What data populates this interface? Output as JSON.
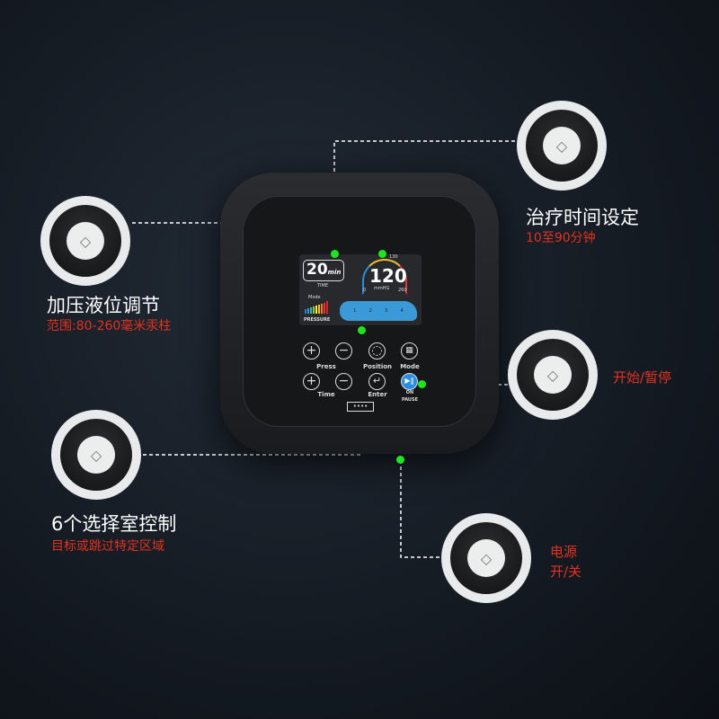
{
  "screen": {
    "time_value": "20",
    "time_unit": "min",
    "time_label": "TIME",
    "pressure_value": "120",
    "pressure_unit": "mmHG",
    "gauge_min": "0",
    "gauge_mid": "130",
    "gauge_max": "260",
    "mode_label": "Mode",
    "pressure_label": "PRESSURE",
    "chambers": [
      "1",
      "2",
      "3",
      "4"
    ]
  },
  "buttons": {
    "press": "Press",
    "time": "Time",
    "position": "Position",
    "mode": "Mode",
    "enter": "Enter",
    "on": "ON",
    "pause": "PAUSE"
  },
  "callouts": {
    "time": {
      "title": "治疗时间设定",
      "sub": "10至90分钟"
    },
    "pressure": {
      "title": "加压液位调节",
      "sub": "范围:80-260毫米汞柱"
    },
    "start": {
      "sub": "开始/暂停"
    },
    "chamber": {
      "title": "6个选择室控制",
      "sub": "目标或跳过特定区域"
    },
    "power": {
      "line1": "电源",
      "line2": "开/关"
    }
  },
  "colors": {
    "accent": "#e2321f",
    "marker": "#1fe51f"
  }
}
